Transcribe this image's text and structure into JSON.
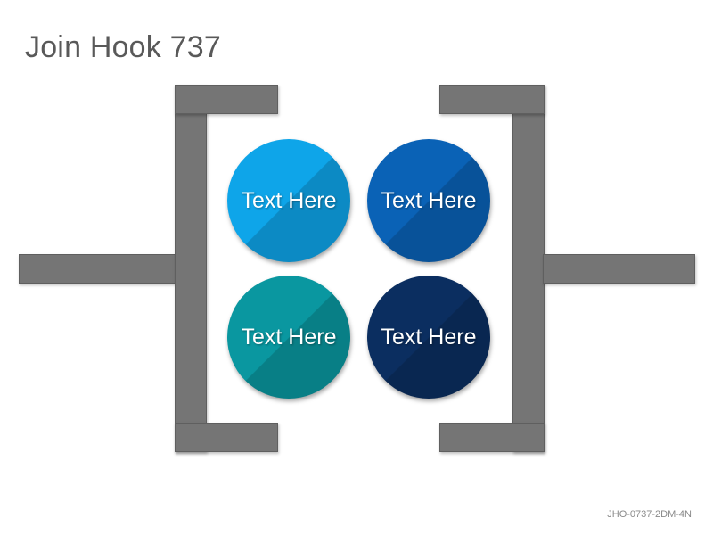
{
  "title": "Join Hook 737",
  "circles": [
    {
      "label": "Text Here",
      "color": "#0ea5e9"
    },
    {
      "label": "Text Here",
      "color": "#0a62b6"
    },
    {
      "label": "Text Here",
      "color": "#0a97a0"
    },
    {
      "label": "Text Here",
      "color": "#0b2e60"
    }
  ],
  "bracket_color": "#757575",
  "code": "JHO-0737-2DM-4N"
}
